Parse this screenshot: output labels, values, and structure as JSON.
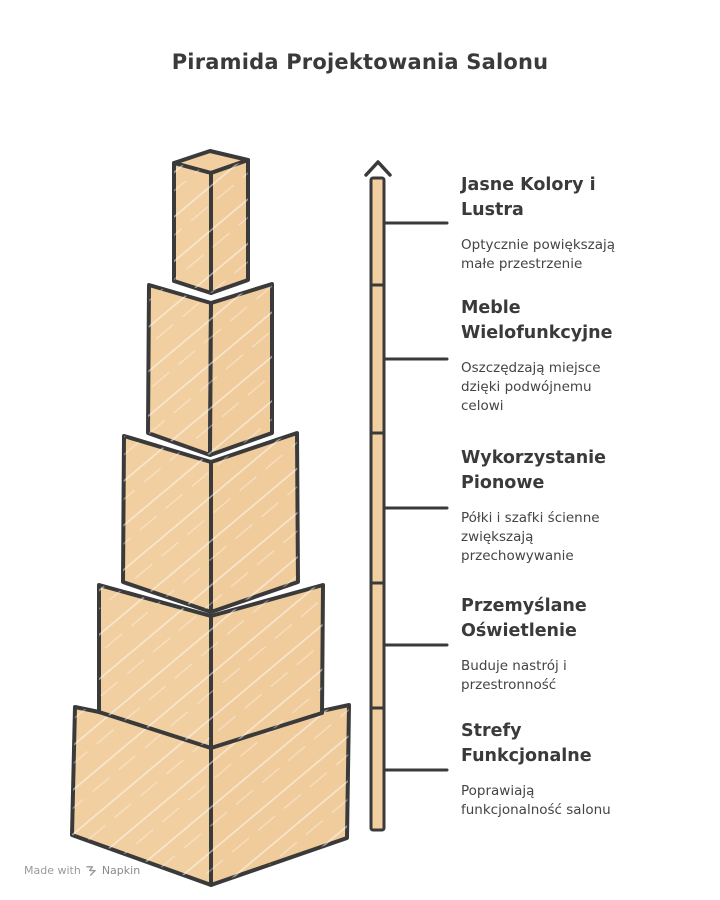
{
  "title": "Piramida Projektowania Salonu",
  "levels": [
    {
      "title": "Jasne Kolory i\nLustra",
      "description": "Optycznie powiększają\nmałe przestrzenie"
    },
    {
      "title": "Meble\nWielofunkcyjne",
      "description": "Oszczędzają miejsce\ndzięki podwójnemu\ncelowi"
    },
    {
      "title": "Wykorzystanie\nPionowe",
      "description": "Półki i szafki ścienne\nzwiększają\nprzechowywanie"
    },
    {
      "title": "Przemyślane\nOświetlenie",
      "description": "Buduje nastrój i\nprzestronność"
    },
    {
      "title": "Strefy\nFunkcjonalne",
      "description": "Poprawiają\nfunkcjonalność salonu"
    }
  ],
  "footer": {
    "made_with": "Made with",
    "brand": "Napkin",
    "logo_icon": "napkin-logo-icon"
  },
  "colors": {
    "block_fill": "#f1cfa0",
    "outline": "#3a3a3a",
    "arrow_fill": "#f1cfa0",
    "hatch": "#ffffff"
  }
}
